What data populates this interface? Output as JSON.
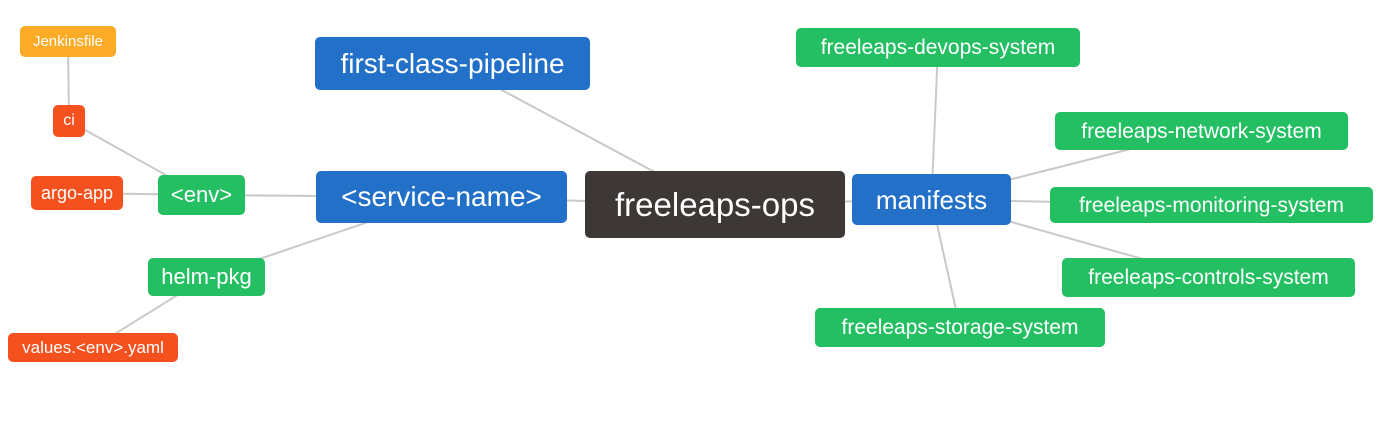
{
  "palette": {
    "node-orange": "#fbab26",
    "node-red": "#f4511e",
    "node-green": "#23bf62",
    "node-blue": "#2270c8",
    "node-dark": "#3d3835",
    "edge": "#c9c9c9",
    "canvas-bg": "#ffffff",
    "text": "#ffffff"
  },
  "nodes": {
    "jenkinsfile": {
      "label": "Jenkinsfile",
      "color": "orange"
    },
    "ci": {
      "label": "ci",
      "color": "red"
    },
    "argo-app": {
      "label": "argo-app",
      "color": "red"
    },
    "env": {
      "label": "<env>",
      "color": "green"
    },
    "helm-pkg": {
      "label": "helm-pkg",
      "color": "green"
    },
    "values-env-yaml": {
      "label": "values.<env>.yaml",
      "color": "red"
    },
    "first-class-pipeline": {
      "label": "first-class-pipeline",
      "color": "blue"
    },
    "service-name": {
      "label": "<service-name>",
      "color": "blue"
    },
    "freeleaps-ops": {
      "label": "freeleaps-ops",
      "color": "dark"
    },
    "manifests": {
      "label": "manifests",
      "color": "blue"
    },
    "devops-system": {
      "label": "freeleaps-devops-system",
      "color": "green"
    },
    "network-system": {
      "label": "freeleaps-network-system",
      "color": "green"
    },
    "monitoring-system": {
      "label": "freeleaps-monitoring-system",
      "color": "green"
    },
    "controls-system": {
      "label": "freeleaps-controls-system",
      "color": "green"
    },
    "storage-system": {
      "label": "freeleaps-storage-system",
      "color": "green"
    }
  },
  "edges": [
    {
      "from": "jenkinsfile",
      "to": "ci"
    },
    {
      "from": "ci",
      "to": "env"
    },
    {
      "from": "argo-app",
      "to": "env"
    },
    {
      "from": "env",
      "to": "service-name"
    },
    {
      "from": "helm-pkg",
      "to": "service-name"
    },
    {
      "from": "values-env-yaml",
      "to": "helm-pkg"
    },
    {
      "from": "first-class-pipeline",
      "to": "freeleaps-ops"
    },
    {
      "from": "service-name",
      "to": "freeleaps-ops"
    },
    {
      "from": "freeleaps-ops",
      "to": "manifests"
    },
    {
      "from": "manifests",
      "to": "devops-system"
    },
    {
      "from": "manifests",
      "to": "network-system"
    },
    {
      "from": "manifests",
      "to": "monitoring-system"
    },
    {
      "from": "manifests",
      "to": "controls-system"
    },
    {
      "from": "manifests",
      "to": "storage-system"
    }
  ]
}
